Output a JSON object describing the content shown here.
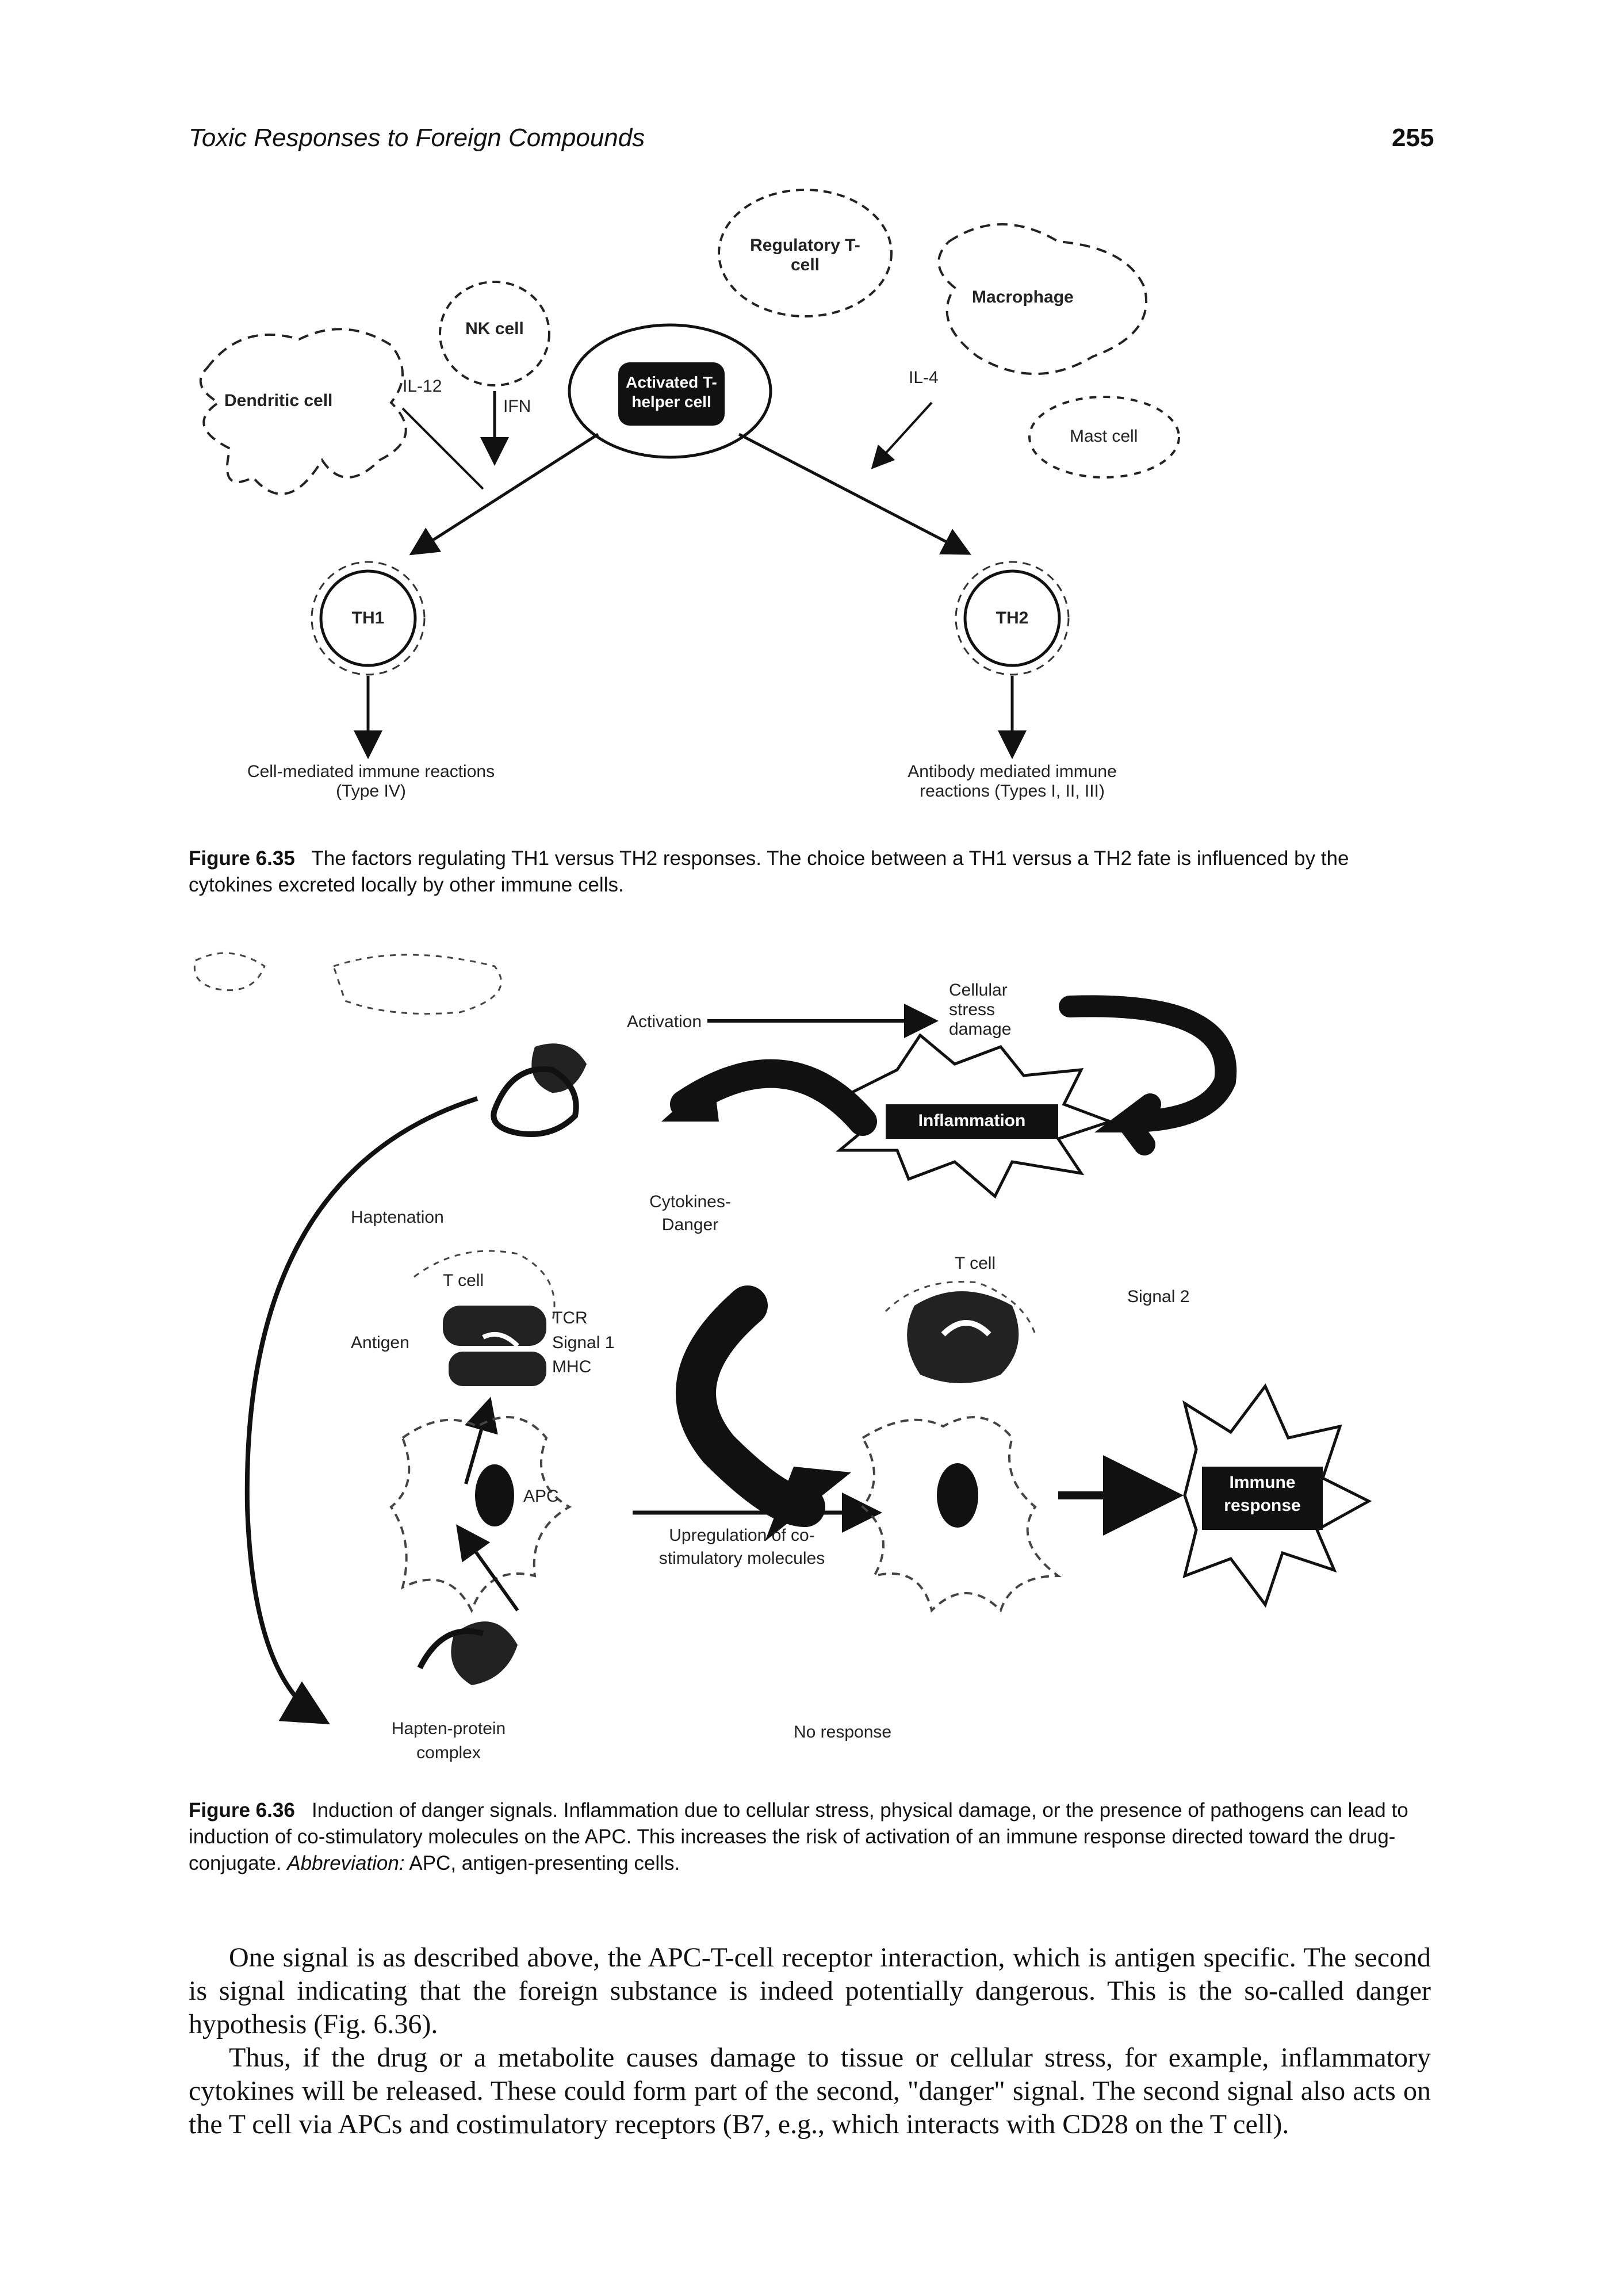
{
  "header": {
    "running_title": "Toxic Responses to Foreign Compounds",
    "page_number": "255"
  },
  "figure_635": {
    "labels": {
      "regulatory_t_cell": "Regulatory T-cell",
      "nk_cell": "NK cell",
      "dendritic_cell": "Dendritic cell",
      "macrophage": "Macrophage",
      "activated_t_helper": "Activated T-helper cell",
      "il12": "IL-12",
      "ifn": "IFN",
      "il4": "IL-4",
      "mast_cell": "Mast cell",
      "th1": "TH1",
      "th2": "TH2",
      "th1_outcome_line1": "Cell-mediated immune reactions",
      "th1_outcome_line2": "(Type IV)",
      "th2_outcome_line1": "Antibody mediated immune",
      "th2_outcome_line2": "reactions (Types I, II, III)"
    },
    "caption_label": "Figure 6.35",
    "caption_text": "The factors regulating TH1 versus TH2 responses. The choice between a TH1 versus a TH2 fate is influenced by the cytokines excreted locally by other immune cells."
  },
  "figure_636": {
    "labels": {
      "activation": "Activation",
      "cellular_stress_line1": "Cellular",
      "cellular_stress_line2": "stress",
      "cellular_stress_line3": "damage",
      "inflammation": "Inflammation",
      "haptenation": "Haptenation",
      "cytokines_line1": "Cytokines-",
      "cytokines_line2": "Danger",
      "t_cell_left": "T cell",
      "tcr": "TCR",
      "signal1": "Signal 1",
      "mhc": "MHC",
      "antigen": "Antigen",
      "apc": "APC",
      "upregulation_line1": "Upregulation of co-",
      "upregulation_line2": "stimulatory molecules",
      "t_cell_right": "T cell",
      "signal2": "Signal 2",
      "immune_response_line1": "Immune",
      "immune_response_line2": "response",
      "hapten_protein_line1": "Hapten-protein",
      "hapten_protein_line2": "complex",
      "no_response": "No response"
    },
    "caption_label": "Figure 6.36",
    "caption_text": "Induction of danger signals. Inflammation due to cellular stress, physical damage, or the presence of pathogens can lead to induction of co-stimulatory molecules on the APC. This increases the risk of activation of an immune response directed toward the drug-conjugate.",
    "caption_abbrev_label": "Abbreviation:",
    "caption_abbrev_text": "APC, antigen-presenting cells."
  },
  "body": {
    "paragraph1": "One signal is as described above, the APC-T-cell receptor interaction, which is antigen specific. The second is signal indicating that the foreign substance is indeed potentially dangerous. This is the so-called danger hypothesis (Fig. 6.36).",
    "paragraph2": "Thus, if the drug or a metabolite causes damage to tissue or cellular stress, for example, inflammatory cytokines will be released. These could form part of the second, \"danger\" signal. The second signal also acts on the T cell via APCs and costimulatory receptors (B7, e.g., which interacts with CD28 on the T cell)."
  }
}
